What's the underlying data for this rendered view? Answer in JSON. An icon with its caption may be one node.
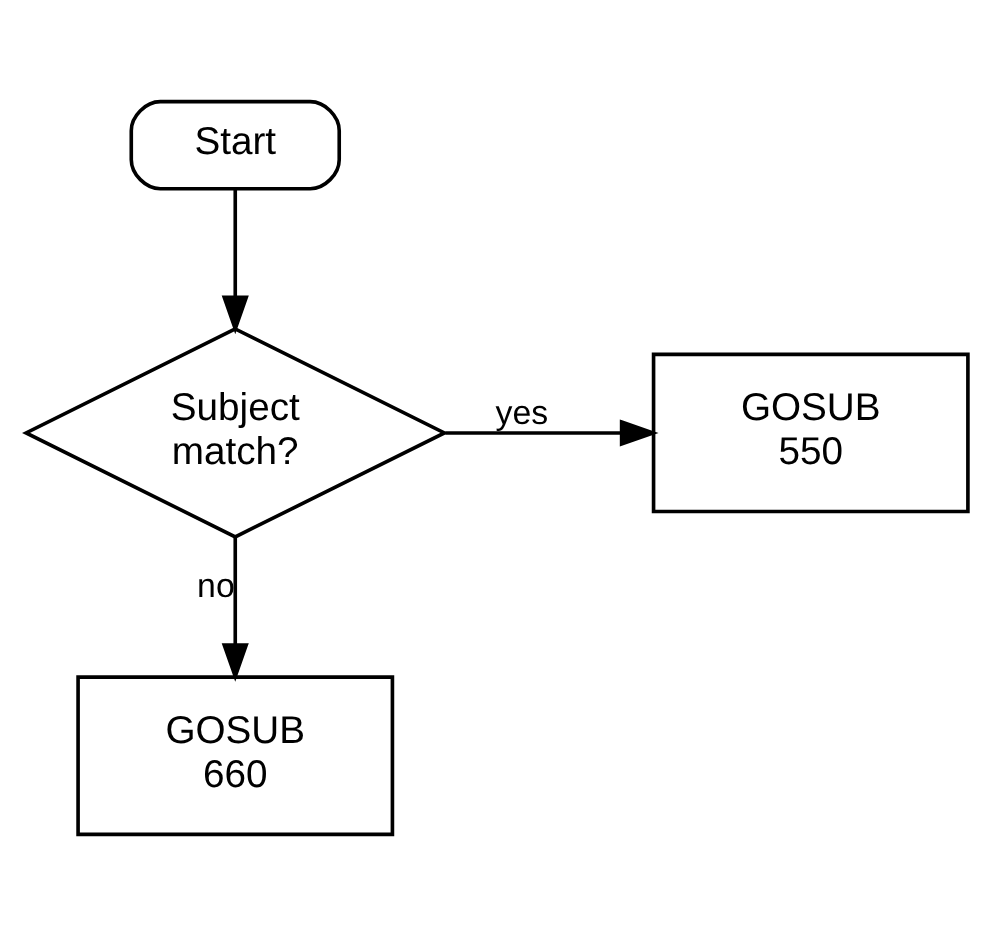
{
  "diagram": {
    "nodes": [
      {
        "text": [
          "Start"
        ]
      },
      {
        "text": [
          "Subject match?"
        ]
      },
      {
        "text": [
          "GOSUB 550"
        ]
      },
      {
        "text": [
          "GOSUB 660"
        ]
      }
    ],
    "edges": [
      {
        "from": 0,
        "to": 1,
        "arrow": "to"
      },
      {
        "from": 1,
        "to": 2,
        "arrow": "to",
        "label": "yes"
      },
      {
        "from": 1,
        "to": 3,
        "arrow": "to",
        "label": "no"
      }
    ]
  }
}
